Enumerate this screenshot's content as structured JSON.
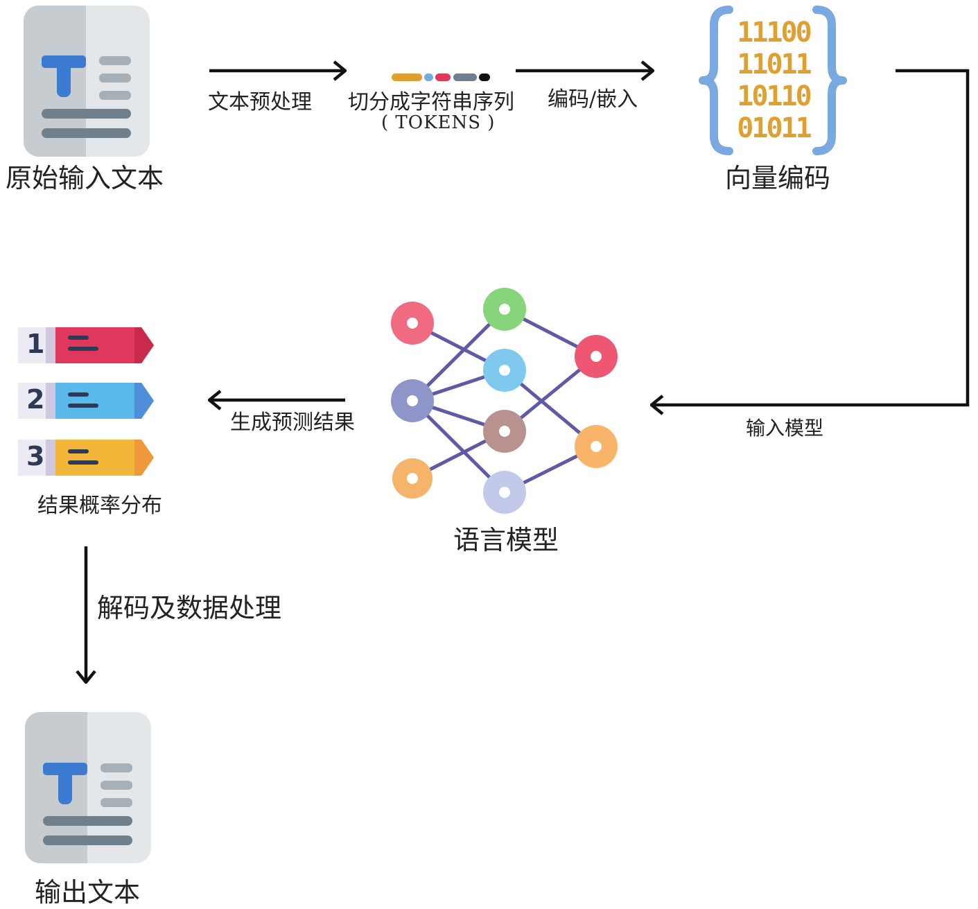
{
  "nodes": {
    "raw_text": "原始输入文本",
    "vector_encoding": "向量编码",
    "language_model": "语言模型",
    "result_distribution": "结果概率分布",
    "output_text": "输出文本"
  },
  "edges": {
    "preprocess": "文本预处理",
    "tokenize_line1": "切分成字符串序列",
    "tokenize_line2": "( TOKENS )",
    "embed": "编码/嵌入",
    "input_model": "输入模型",
    "generate": "生成预测结果",
    "decode": "解码及数据处理"
  },
  "binary_rows": [
    "11100",
    "11011",
    "10110",
    "01011"
  ],
  "rank_numbers": [
    "1",
    "2",
    "3"
  ],
  "colors": {
    "doc_bg_left": "#c7ccd1",
    "doc_bg_right": "#e4e7ea",
    "doc_t": "#3b7bd2",
    "doc_line": "#6f7f8c",
    "brace": "#7aa8e0",
    "binary": "#e0a030",
    "rank_red": "#e0385c",
    "rank_blue": "#5bb9ea",
    "rank_yellow": "#f2b638",
    "net_edge": "#5f5aa6"
  }
}
